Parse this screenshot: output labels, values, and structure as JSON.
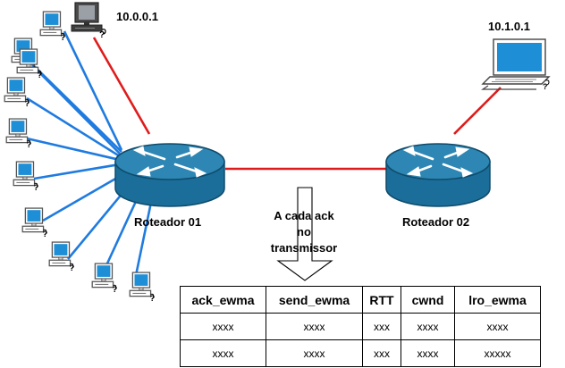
{
  "hosts": {
    "sender_ip": "10.0.0.1",
    "receiver_ip": "10.1.0.1"
  },
  "routers": {
    "router1_label": "Roteador 01",
    "router2_label": "Roteador 02"
  },
  "annotation": {
    "line1": "A cada ack",
    "line2": "no",
    "line3": "transmissor"
  },
  "table": {
    "headers": [
      "ack_ewma",
      "send_ewma",
      "RTT",
      "cwnd",
      "lro_ewma"
    ],
    "rows": [
      [
        "xxxx",
        "xxxx",
        "xxx",
        "xxxx",
        "xxxx"
      ],
      [
        "xxxx",
        "xxxx",
        "xxx",
        "xxxx",
        "xxxxx"
      ]
    ]
  },
  "colors": {
    "router_fill": "#1b6e9a",
    "router_top": "#2d86b3",
    "client_links": "#1f7be0",
    "red_links": "#e01b1b",
    "pc_screen": "#1e8fd6"
  },
  "icons": {
    "router": "router-icon",
    "pc": "desktop-pc-icon",
    "laptop": "laptop-icon",
    "question": "question-mark-glyph"
  }
}
